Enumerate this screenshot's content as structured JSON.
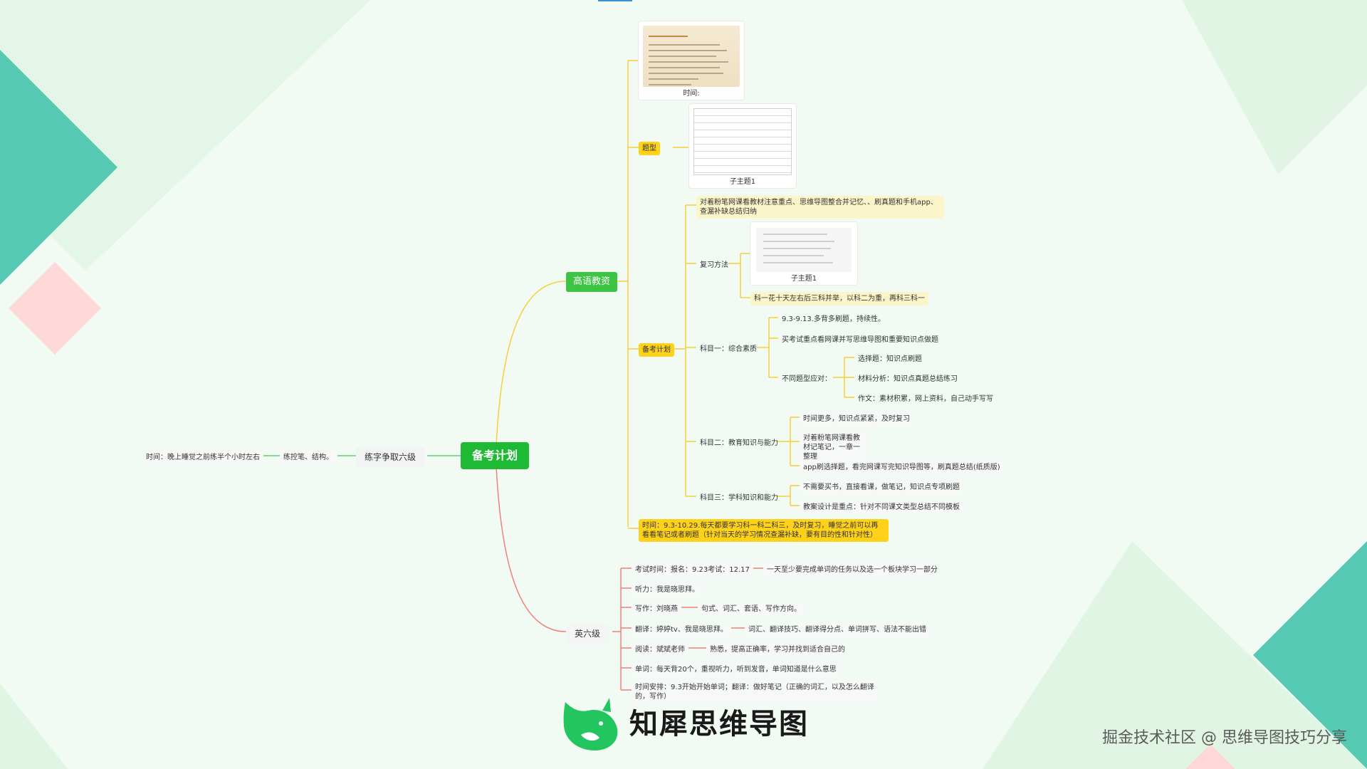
{
  "mindmap": {
    "root": "备考计划",
    "left": {
      "branch": "练字争取六级",
      "child": "练控笔、结构。",
      "grandchild": "时间：晚上睡觉之前练半个小时左右"
    },
    "top": {
      "branch": "高语教资",
      "time_caption": "时间:",
      "tixing": "题型",
      "tixing_caption": "子主题1",
      "note_top": "对着粉笔网课看教材注意重点、思维导图整合并记忆、、刷真题和手机app、查漏补缺总结归纳",
      "fuxi": "复习方法",
      "fuxi_caption": "子主题1",
      "fuxi_note": "科一花十天左右后三科并举，以科二为重，再科三科一",
      "beikao": "备考计划",
      "ke1": "科目一：综合素质",
      "ke1_items": [
        "9.3-9.13.多背多刷题，持续性。",
        "买考试重点看网课并写思维导图和重要知识点做题",
        "不同题型应对："
      ],
      "ke1_types": [
        "选择题：知识点刷题",
        "材料分析：知识点真题总结练习",
        "作文：素材积累，网上资料，自己动手写写"
      ],
      "ke2": "科目二：教育知识与能力",
      "ke2_items": [
        "时间更多，知识点紧紧，及时复习",
        "对着粉笔网课看教材记笔记，一章一整理",
        "app刷选择题，看完网课写完知识导图等，刷真题总结(纸质版)"
      ],
      "ke3": "科目三：学科知识和能力",
      "ke3_items": [
        "不需要买书，直接看课，做笔记，知识点专项刷题",
        "教案设计是重点：针对不同课文类型总结不同模板"
      ],
      "schedule": "时间：9.3-10.29.每天都要学习科一科二科三，及时复习，睡觉之前可以再看看笔记或者刷题（针对当天的学习情况查漏补缺，要有目的性和针对性）"
    },
    "bottom": {
      "branch": "英六级",
      "items": [
        "考试时间：报名：9.23考试：12.17",
        "听力：我是晓思拜。",
        "写作：刘晓燕",
        "翻译：婷婷tv、我是晓思拜。",
        "阅读：斌斌老师",
        "单词：每天背20个，重视听力，听到发音，单词知道是什么意思",
        "时间安排：9.3开始开始单词；翻译：做好笔记（正确的词汇，以及怎么翻译的，写作）"
      ],
      "details": {
        "exam": "一天至少要完成单词的任务以及选一个板块学习一部分",
        "writing": "句式、词汇、套语、写作方向。",
        "translation": "词汇、翻译技巧、翻译得分点、单词拼写、语法不能出错",
        "reading": "熟悉，提高正确率，学习并找到适合自己的"
      }
    }
  },
  "branding": {
    "logo_text": "知犀思维导图",
    "watermark": "掘金技术社区 @ 思维导图技巧分享"
  },
  "colors": {
    "background": "#f2faf4",
    "root": "#1fba35",
    "branch_green": "#3cc442",
    "yellow": "#ffd21a",
    "link_yellow": "#f7cf3b",
    "link_red": "#f0807a",
    "link_green": "#5fcf72",
    "decor_teal": "#4ec9b4",
    "decor_pink": "#ffd6d6"
  },
  "icons": [
    "rhino-logo-icon"
  ]
}
